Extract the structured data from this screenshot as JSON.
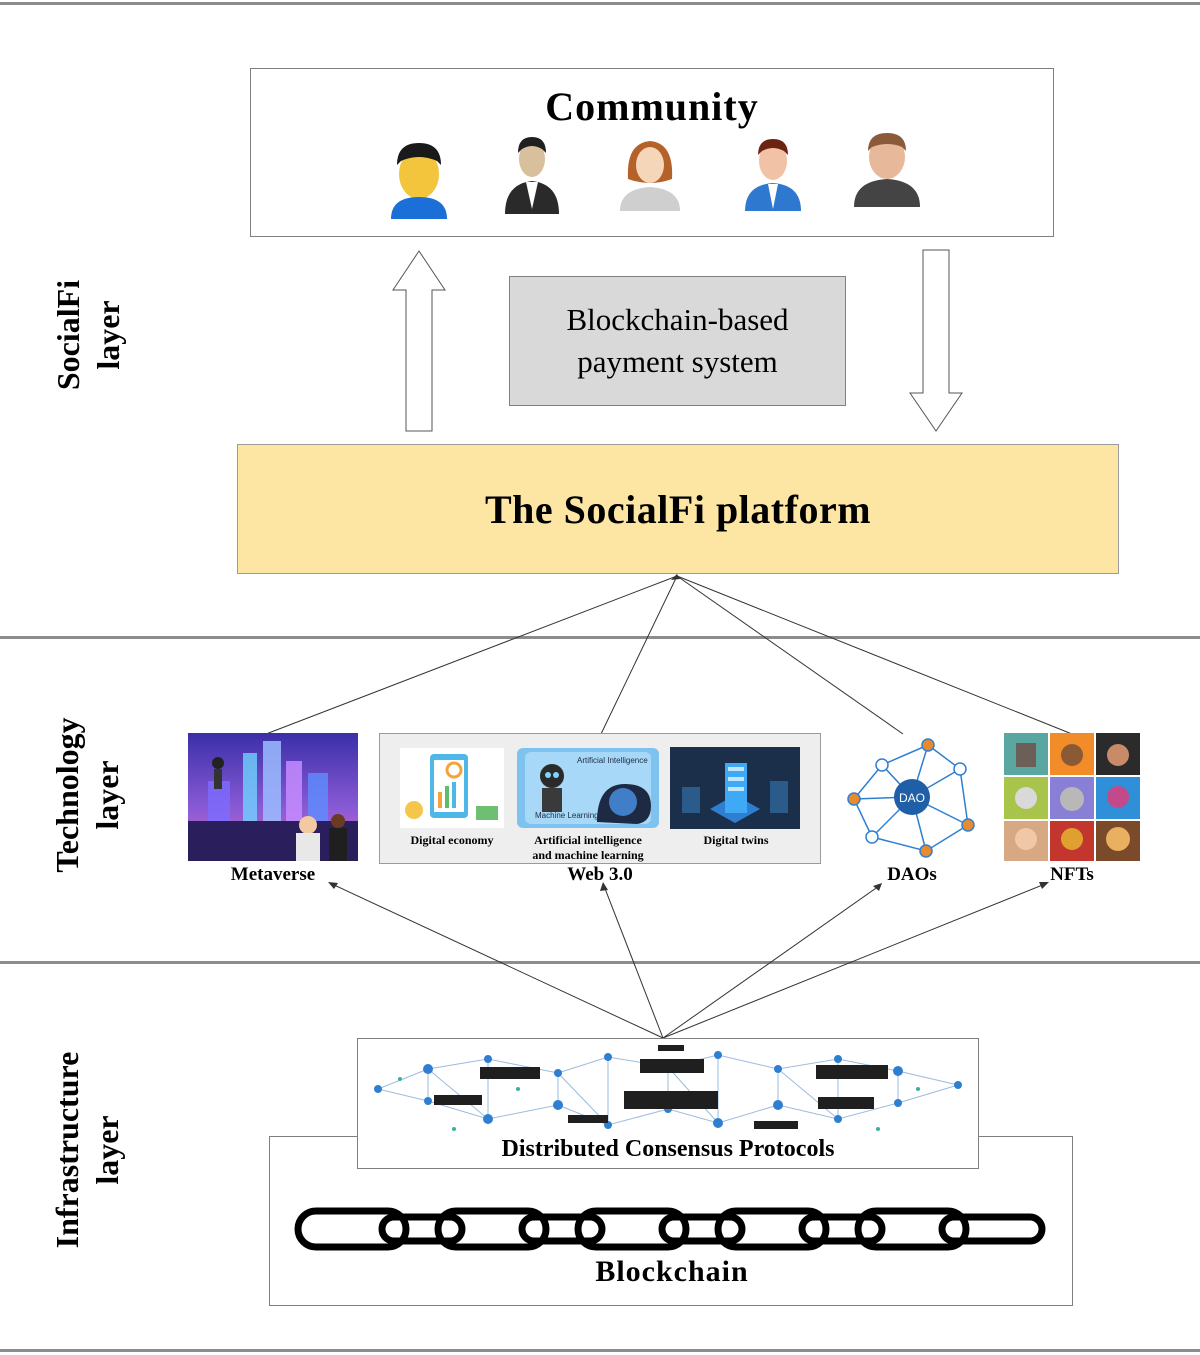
{
  "layers": {
    "socialfi": [
      "SocialFi",
      "layer"
    ],
    "technology": [
      "Technology",
      "layer"
    ],
    "infrastructure": [
      "Infrastructure",
      "layer"
    ]
  },
  "community": {
    "title": "Community",
    "members": [
      "user-icon",
      "user-icon",
      "user-icon",
      "user-icon",
      "user-icon"
    ]
  },
  "payment": {
    "lines": [
      "Blockchain-based",
      "payment system"
    ]
  },
  "platform": {
    "title": "The SocialFi platform"
  },
  "technologies": {
    "metaverse": "Metaverse",
    "web3": {
      "label": "Web 3.0",
      "items": {
        "digital_economy": "Digital economy",
        "ai_ml": [
          "Artificial intelligence",
          "and machine learning"
        ],
        "digital_twins": "Digital twins",
        "ai_banner": "Artificial Intelligence",
        "ml_banner": "Machine Learning"
      }
    },
    "daos": {
      "label": "DAOs",
      "hub": "DAO"
    },
    "nfts": "NFTs"
  },
  "infrastructure": {
    "consensus": "Distributed Consensus Protocols",
    "blockchain": "Blockchain"
  },
  "colors": {
    "platform_fill": "#fde6a3",
    "payment_fill": "#d9d9d9",
    "divider": "#8c8c8c"
  }
}
